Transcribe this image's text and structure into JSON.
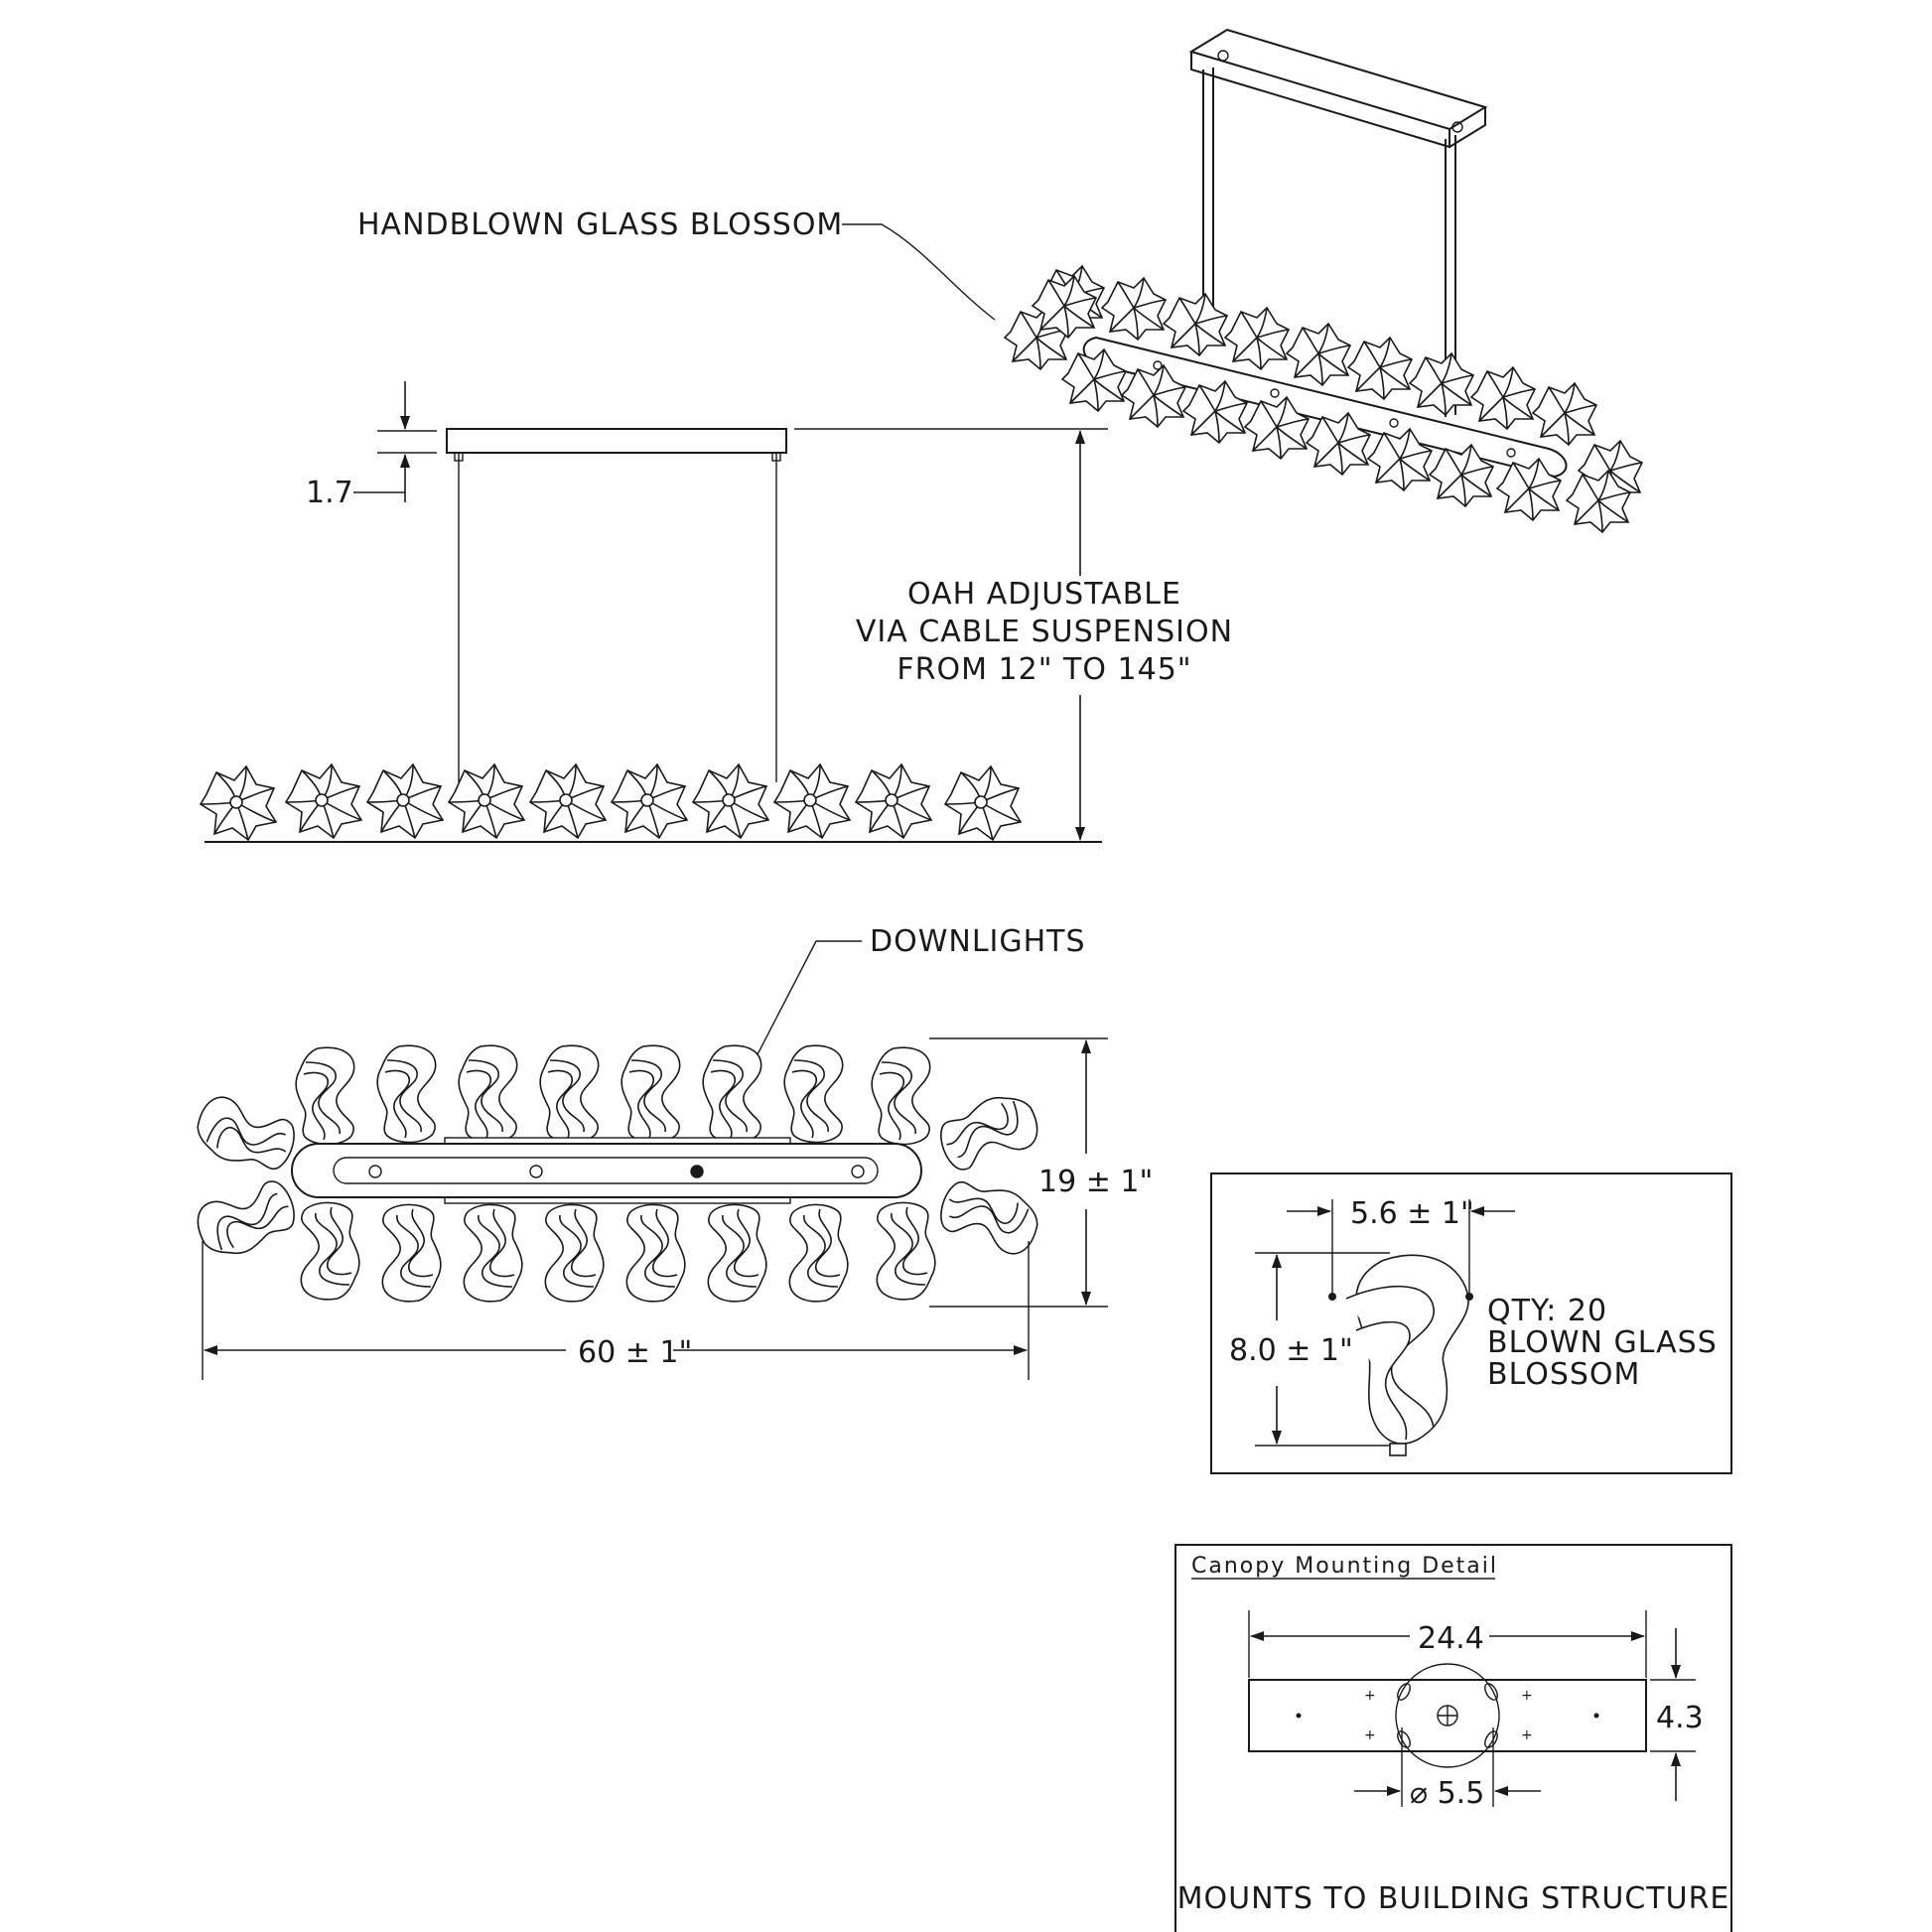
{
  "callouts": {
    "blossom": "HANDBLOWN GLASS BLOSSOM",
    "downlights": "DOWNLIGHTS",
    "oah_line1": "OAH ADJUSTABLE",
    "oah_line2": "VIA CABLE SUSPENSION",
    "oah_line3": "FROM 12\" TO 145\""
  },
  "dimensions": {
    "canopy_height": "1.7",
    "width": "60 ± 1\"",
    "depth": "19 ± 1\"",
    "blossom_width": "5.6 ± 1\"",
    "blossom_height": "8.0 ± 1\""
  },
  "blossom_detail": {
    "qty_line1": "QTY: 20",
    "qty_line2": "BLOWN GLASS",
    "qty_line3": "BLOSSOM"
  },
  "canopy_detail": {
    "title": "Canopy  Mounting  Detail",
    "length": "24.4",
    "height": "4.3",
    "diameter": "⌀ 5.5",
    "footer": "MOUNTS TO BUILDING STRUCTURE"
  }
}
